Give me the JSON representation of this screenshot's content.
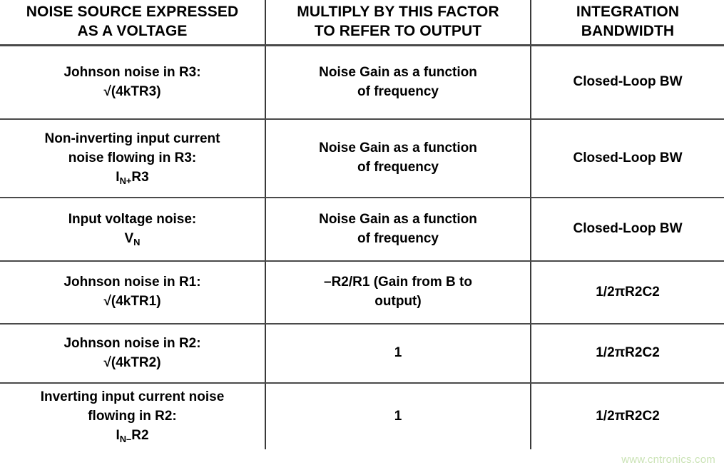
{
  "table": {
    "headers": [
      {
        "line1": "NOISE SOURCE EXPRESSED",
        "line2": "AS A VOLTAGE"
      },
      {
        "line1": "MULTIPLY BY THIS FACTOR",
        "line2": "TO REFER TO OUTPUT"
      },
      {
        "line1": "INTEGRATION",
        "line2": "BANDWIDTH"
      }
    ],
    "rows": [
      {
        "source_line1": "Johnson noise in R3:",
        "source_expr_pre": "√(4kTR3)",
        "source_sub": "",
        "source_expr_post": "",
        "factor_line1": "Noise Gain as a function",
        "factor_line2": "of frequency",
        "bandwidth": "Closed-Loop BW"
      },
      {
        "source_line1": "Non-inverting input current",
        "source_line2": "noise flowing in R3:",
        "source_expr_pre": "I",
        "source_sub": "N+",
        "source_expr_post": "R3",
        "factor_line1": "Noise Gain as a function",
        "factor_line2": "of frequency",
        "bandwidth": "Closed-Loop BW"
      },
      {
        "source_line1": "Input voltage noise:",
        "source_expr_pre": "V",
        "source_sub": "N",
        "source_expr_post": "",
        "factor_line1": "Noise Gain as a function",
        "factor_line2": "of frequency",
        "bandwidth": "Closed-Loop BW"
      },
      {
        "source_line1": "Johnson noise in R1:",
        "source_expr_pre": "√(4kTR1)",
        "source_sub": "",
        "source_expr_post": "",
        "factor_line1": "–R2/R1 (Gain from B to",
        "factor_line2": "output)",
        "bandwidth": "1/2πR2C2"
      },
      {
        "source_line1": "Johnson noise in R2:",
        "source_expr_pre": "√(4kTR2)",
        "source_sub": "",
        "source_expr_post": "",
        "factor_line1": "1",
        "factor_line2": "",
        "bandwidth": "1/2πR2C2"
      },
      {
        "source_line1": "Inverting input current noise",
        "source_line2": "flowing in R2:",
        "source_expr_pre": "I",
        "source_sub": "N–",
        "source_expr_post": "R2",
        "factor_line1": "1",
        "factor_line2": "",
        "bandwidth": "1/2πR2C2"
      }
    ]
  },
  "watermark": {
    "text": "www.cntronics.com",
    "color": "#cbe3b6"
  }
}
